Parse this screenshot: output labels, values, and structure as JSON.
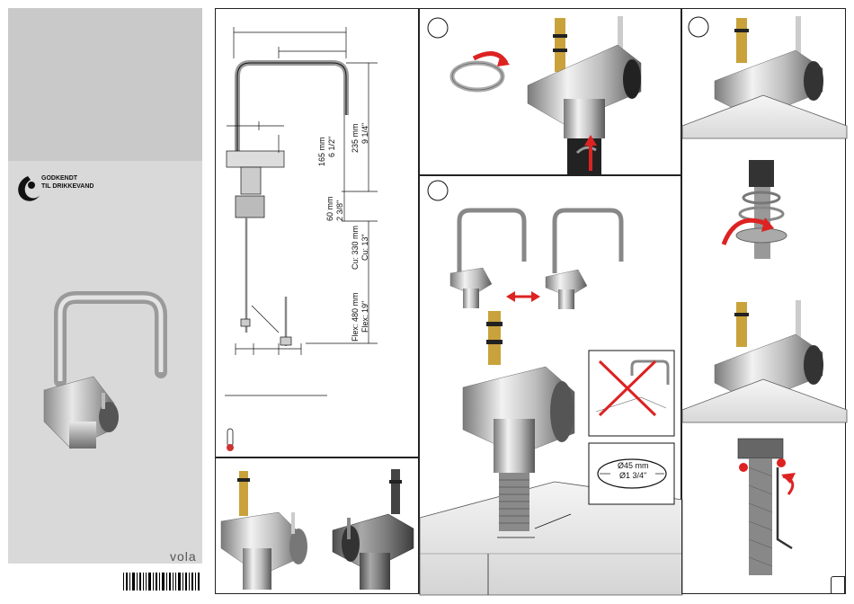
{
  "cover": {
    "approval_line1": "GODKENDT",
    "approval_line2": "TIL DRIKKEVAND",
    "brand": "vola"
  },
  "dimensions": {
    "height_total_mm": "235 mm",
    "height_total_in": "9 1/4\"",
    "spout_height_mm": "165 mm",
    "spout_height_in": "6 1/2\"",
    "thread_mm": "60 mm",
    "thread_in": "2 3/8\"",
    "cu_mm": "Cu: 330 mm",
    "cu_in": "Cu: 13\"",
    "flex_mm": "Flex: 480 mm",
    "flex_in": "Flex: 19\""
  },
  "hole": {
    "diameter_mm": "Ø45 mm",
    "diameter_in": "Ø1 3/4\""
  },
  "steps": {
    "step_a": "",
    "step_b": "",
    "step_c": ""
  }
}
